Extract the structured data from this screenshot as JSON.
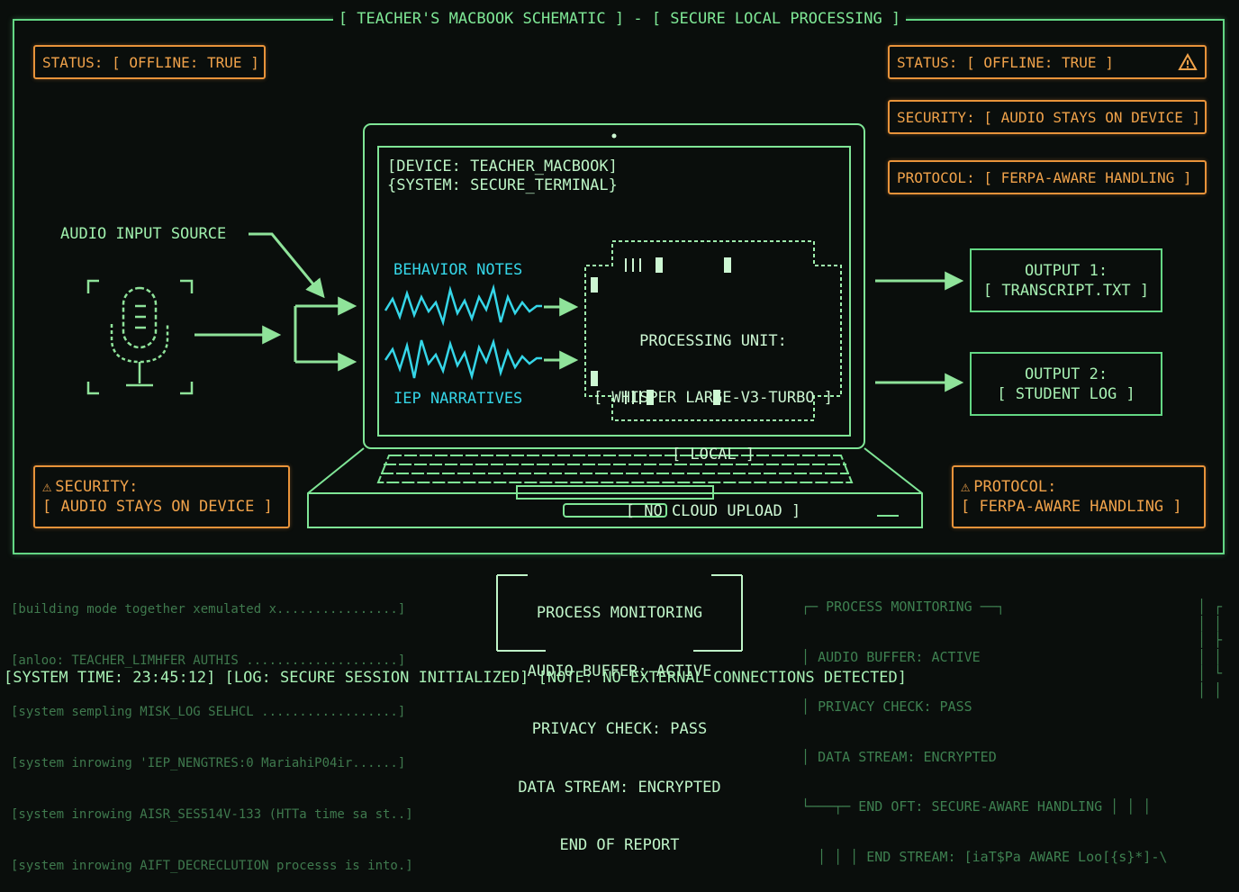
{
  "title": "[ TEACHER'S MACBOOK SCHEMATIC ] - [ SECURE LOCAL PROCESSING ]",
  "left_status": "STATUS: [ OFFLINE: TRUE ]",
  "right_panel": {
    "status": "STATUS: [ OFFLINE: TRUE ]",
    "security": "SECURITY: [ AUDIO STAYS ON DEVICE ]",
    "protocol": "PROTOCOL: [ FERPA-AWARE HANDLING ]"
  },
  "bottom_left_box": {
    "line1": "SECURITY:",
    "line2": "[ AUDIO STAYS ON DEVICE ]"
  },
  "bottom_right_box": {
    "line1": "PROTOCOL:",
    "line2": "[ FERPA-AWARE HANDLING ]"
  },
  "audio_input_label": "AUDIO INPUT SOURCE",
  "screen": {
    "line1": "[DEVICE: TEACHER_MACBOOK]",
    "line2": "{SYSTEM: SECURE_TERMINAL}"
  },
  "streams": {
    "top": "BEHAVIOR NOTES",
    "bottom": "IEP NARRATIVES"
  },
  "processing_unit": {
    "line1": "PROCESSING UNIT:",
    "line2": "[ WHISPER LARGE-V3-TURBO ]",
    "line3": "[ LOCAL ]",
    "line4": "[ NO CLOUD UPLOAD ]"
  },
  "outputs": [
    {
      "line1": "OUTPUT 1:",
      "line2": "[ TRANSCRIPT.TXT ]"
    },
    {
      "line1": "OUTPUT 2:",
      "line2": "[ STUDENT LOG ]"
    }
  ],
  "log_lines": [
    "[building mode together xemulated x................]",
    "[anloo: TEACHER_LIMHFER AUTHIS ....................]",
    "[system sempling MISK_LOG SELHCL ..................]",
    "[system inrowing 'IEP_NENGTRES:0 MariahiP04ir......]",
    "[system inrowing AISR_SES514V-133 (HTTa time sa st..]",
    "[system inrowing AIFT_DECRECLUTION processs is into.]"
  ],
  "report": {
    "header": "PROCESS MONITORING",
    "line1": "AUDIO BUFFER: ACTIVE",
    "line2": "PRIVACY CHECK: PASS",
    "line3": "DATA STREAM: ENCRYPTED",
    "footer": "END OF REPORT"
  },
  "ghost_report": {
    "header": "PROCESS MONITORING",
    "line1": "AUDIO BUFFER: ACTIVE",
    "line2": "PRIVACY CHECK: PASS",
    "line3": "DATA STREAM: ENCRYPTED",
    "line4": "END OFT: SECURE-AWARE HANDLING",
    "line5": "END STREAM: [iaT$Pa AWARE Loo[{s}*]-\\"
  },
  "status_bar": "[SYSTEM TIME: 23:45:12] [LOG: SECURE SESSION INITIALIZED] [NOTE: NO EXTERNAL CONNECTIONS DETECTED]",
  "icons": [
    "microphone-icon",
    "warning-icon",
    "arrow-right-icon",
    "laptop-icon",
    "waveform-icon"
  ],
  "colors": {
    "green": "#63d784",
    "orange": "#e8933a",
    "cyan": "#35d6e8",
    "background": "#0a0e0c"
  }
}
